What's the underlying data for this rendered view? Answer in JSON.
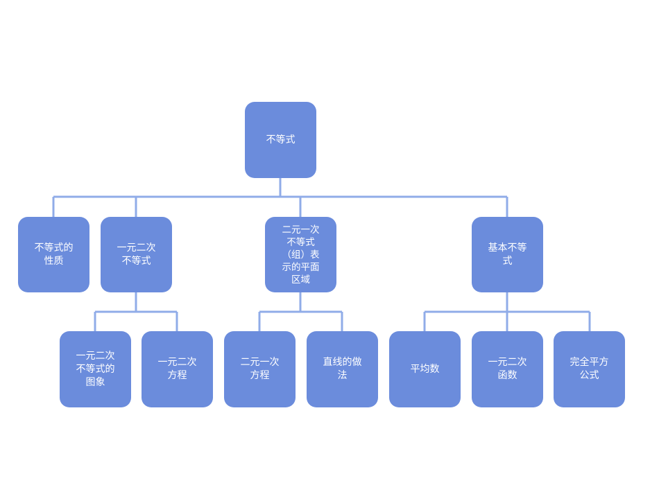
{
  "diagram": {
    "colors": {
      "node_fill": "#6b8cdc",
      "connector": "#90ace8",
      "text": "#ffffff"
    },
    "root": {
      "label": "不等式"
    },
    "level1": [
      {
        "label": "不等式的\n性质"
      },
      {
        "label": "一元二次\n不等式"
      },
      {
        "label": "二元一次\n不等式\n（组）表\n示的平面\n区域"
      },
      {
        "label": "基本不等\n式"
      }
    ],
    "level2": [
      {
        "label": "一元二次\n不等式的\n图象"
      },
      {
        "label": "一元二次\n方程"
      },
      {
        "label": "二元一次\n方程"
      },
      {
        "label": "直线的做\n法"
      },
      {
        "label": "平均数"
      },
      {
        "label": "一元二次\n函数"
      },
      {
        "label": "完全平方\n公式"
      }
    ]
  }
}
